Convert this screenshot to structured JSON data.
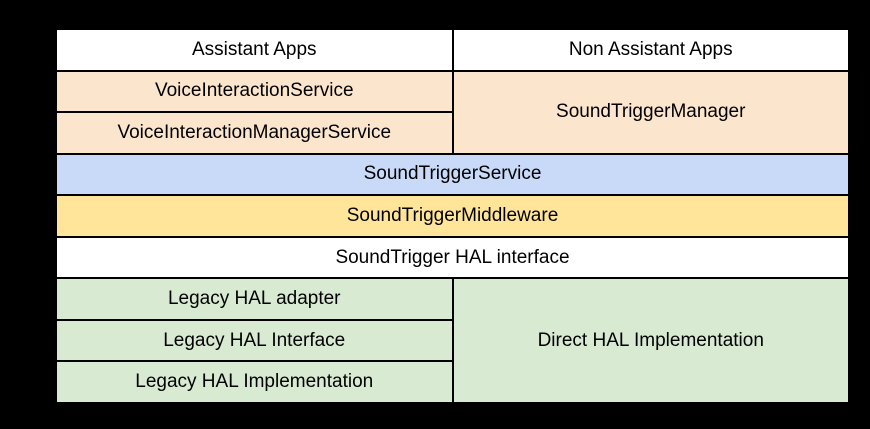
{
  "diagram": {
    "type": "layered-architecture",
    "title_semantic": "SoundTrigger stack architecture",
    "colors": {
      "page_background": "#000000",
      "border": "#000000",
      "text": "#000000",
      "white": "#ffffff",
      "peach": "#fce5cd",
      "blue": "#c9daf8",
      "yellow": "#ffe599",
      "green": "#d9ead3"
    },
    "cells": {
      "assistant_apps": "Assistant Apps",
      "non_assistant_apps": "Non Assistant Apps",
      "voice_interaction_service": "VoiceInteractionService",
      "voice_interaction_manager_service": "VoiceInteractionManagerService",
      "sound_trigger_manager": "SoundTriggerManager",
      "sound_trigger_service": "SoundTriggerService",
      "sound_trigger_middleware": "SoundTriggerMiddleware",
      "sound_trigger_hal_interface": "SoundTrigger HAL interface",
      "legacy_hal_adapter": "Legacy HAL adapter",
      "legacy_hal_interface": "Legacy HAL Interface",
      "legacy_hal_implementation": "Legacy HAL Implementation",
      "direct_hal_implementation": "Direct HAL Implementation"
    }
  }
}
